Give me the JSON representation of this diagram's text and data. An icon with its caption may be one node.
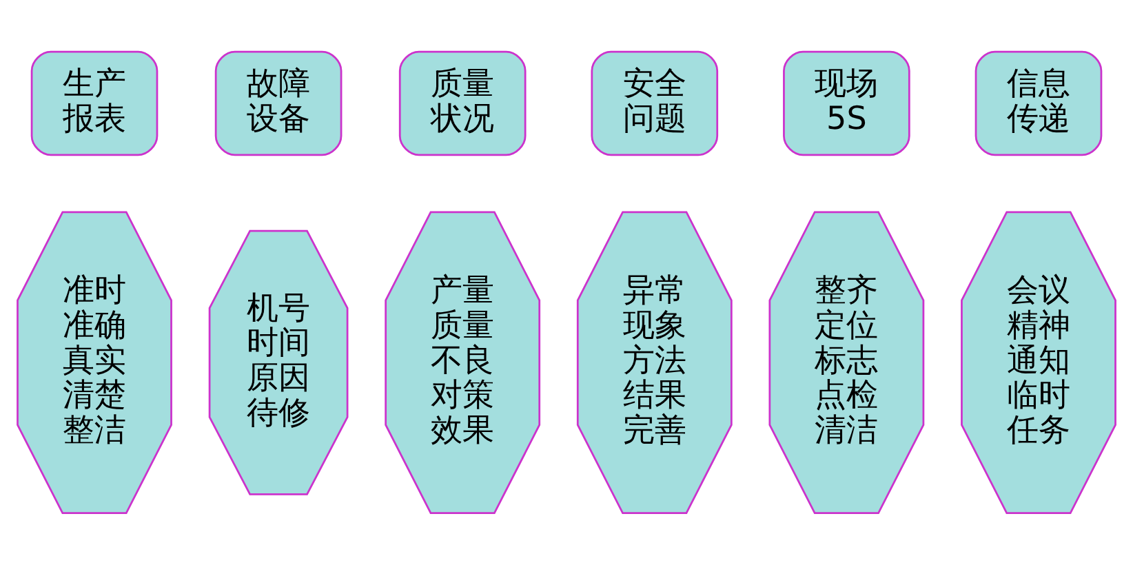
{
  "diagram": {
    "nodes": [
      {
        "text": [
          "生产报表"
        ]
      },
      {
        "text": [
          "故障设备"
        ]
      },
      {
        "text": [
          "质量状况"
        ]
      },
      {
        "text": [
          "安全问题"
        ]
      },
      {
        "text": [
          "现场5S"
        ]
      },
      {
        "text": [
          "信息传递"
        ]
      },
      {
        "text": [
          "准时准确真实清楚整洁"
        ]
      },
      {
        "text": [
          "机号时间原因待修"
        ]
      },
      {
        "text": [
          "产量质量不良对策效果"
        ]
      },
      {
        "text": [
          "异常现象方法结果完善"
        ]
      },
      {
        "text": [
          "整齐定位标志点检清洁"
        ]
      },
      {
        "text": [
          "会议精神通知临时任务"
        ]
      }
    ]
  }
}
